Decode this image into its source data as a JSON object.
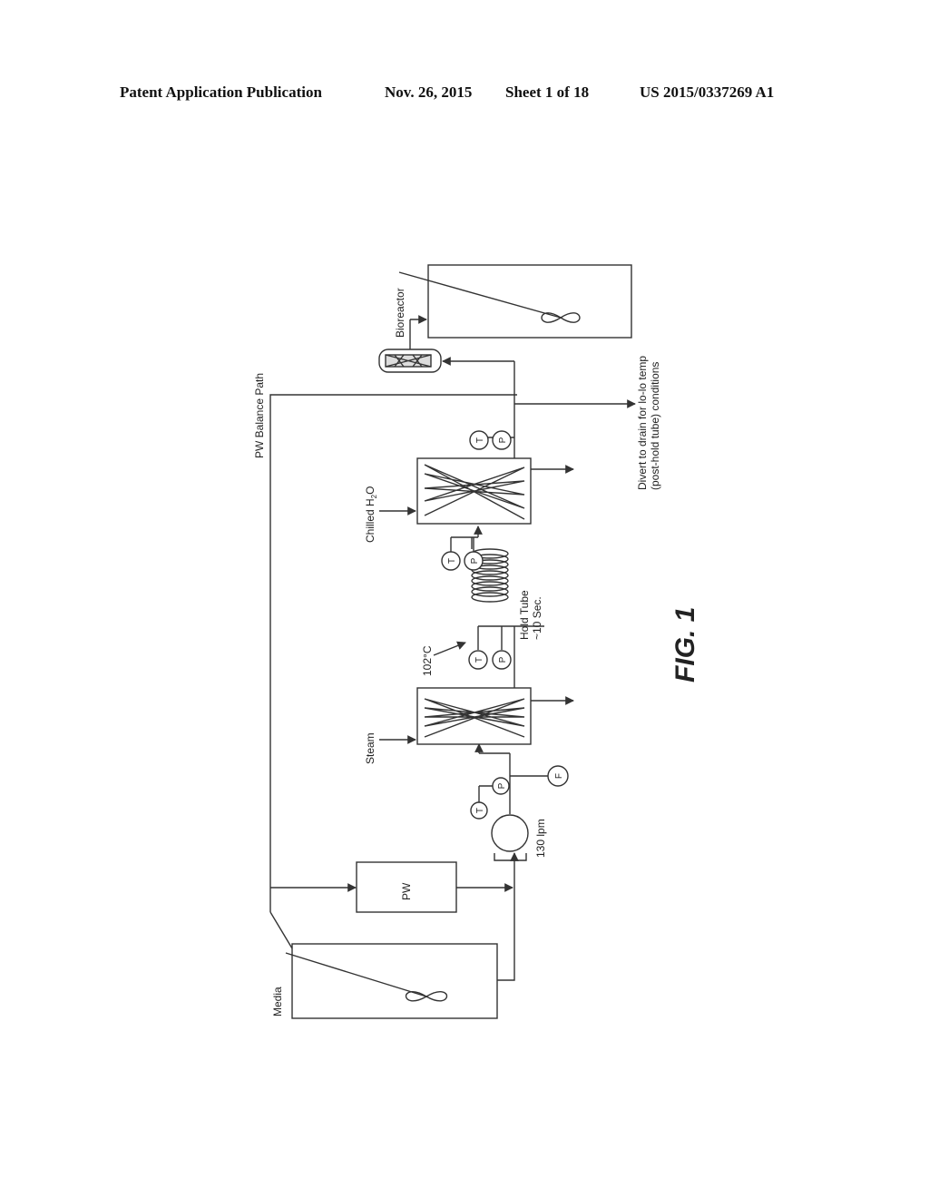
{
  "header": {
    "publication": "Patent Application Publication",
    "date": "Nov. 26, 2015",
    "sheet": "Sheet 1 of 18",
    "number": "US 2015/0337269 A1"
  },
  "labels": {
    "media": "Media",
    "pw": "PW",
    "pw_balance_path": "PW Balance Path",
    "pump_rate": "130 lpm",
    "steam": "Steam",
    "temp": "102°C",
    "hold_tube_1": "Hold Tube",
    "hold_tube_2": "~10 Sec.",
    "chilled_h2o": "Chilled H",
    "chilled_sub": "2",
    "chilled_o": "O",
    "divert_1": "Divert to drain for lo-lo temp",
    "divert_2": "(post-hold tube) conditions",
    "bioreactor": "Bioreactor",
    "figure": "FIG. 1"
  },
  "gauges": {
    "t": "T",
    "p": "P",
    "f": "F"
  }
}
